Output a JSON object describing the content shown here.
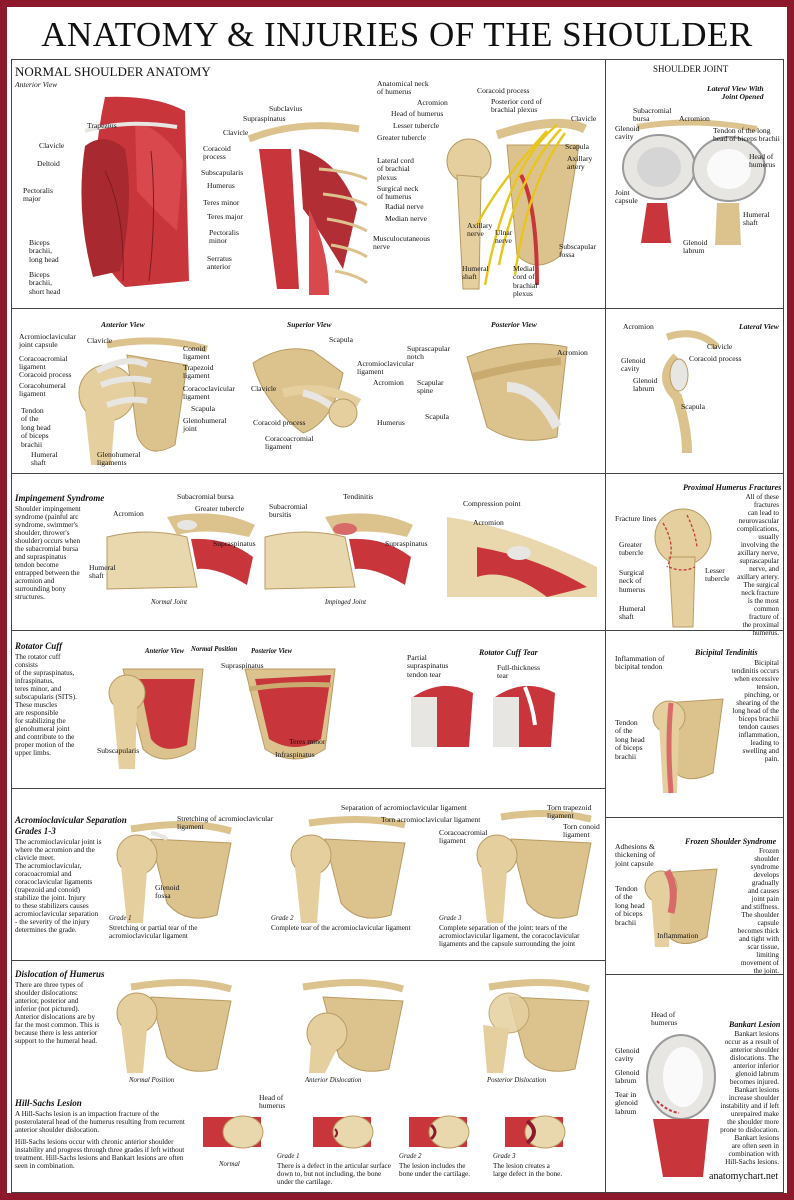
{
  "title": "ANATOMY & INJURIES OF THE SHOULDER",
  "footer": "anatomychart.net",
  "normal": {
    "heading": "NORMAL SHOULDER ANATOMY",
    "sub": "Anterior View",
    "l1": [
      "Trapezius",
      "Clavicle",
      "Deltoid",
      "Pectoralis\nmajor",
      "Biceps\nbrachii,\nlong head",
      "Biceps\nbrachii,\nshort head"
    ],
    "l2": [
      "Subclavius",
      "Supraspinatus",
      "Clavicle",
      "Coracoid\nprocess",
      "Subscapularis",
      "Humerus",
      "Teres minor",
      "Teres major",
      "Pectoralis\nminor",
      "Serratus\nanterior"
    ],
    "l3": [
      "Anatomical neck\nof humerus",
      "Acromion",
      "Head of humerus",
      "Lesser tubercle",
      "Greater tubercle",
      "Lateral cord\nof brachial\nplexus",
      "Surgical neck\nof humerus",
      "Radial nerve",
      "Median nerve",
      "Musculocutaneous\nnerve",
      "Humeral\nshaft",
      "Coracoid process",
      "Posterior cord of\nbrachial plexus",
      "Clavicle",
      "Scapula",
      "Axillary\nartery",
      "Axillary\nnerve",
      "Ulnar\nnerve",
      "Medial\ncord of\nbrachial\nplexus",
      "Subscapular\nfossa"
    ]
  },
  "joint": {
    "heading": "SHOULDER JOINT",
    "sub": "Lateral View With\nJoint Opened",
    "labels": [
      "Subacromial\nbursa",
      "Glenoid\ncavity",
      "Acromion",
      "Tendon of the long\nhead of biceps brachii",
      "Head of\nhumerus",
      "Joint\ncapsule",
      "Humeral\nshaft",
      "Glenoid\nlabrum"
    ]
  },
  "row2": {
    "ant": {
      "sub": "Anterior View",
      "labels": [
        "Acromioclavicular\njoint capsule",
        "Clavicle",
        "Coracoacromial\nligament",
        "Coracoid process",
        "Coracohumeral\nligament",
        "Tendon\nof the\nlong head\nof biceps\nbrachii",
        "Humeral\nshaft",
        "Glenohumeral\nligaments",
        "Conoid\nligament",
        "Trapezoid\nligament",
        "Coracoclavicular\nligament",
        "Scapula",
        "Glenohumeral\njoint"
      ]
    },
    "sup": {
      "sub": "Superior View",
      "labels": [
        "Scapula",
        "Acromioclavicular\nligament",
        "Acromion",
        "Clavicle",
        "Humerus",
        "Coracoid process",
        "Coracoacromial\nligament"
      ]
    },
    "post": {
      "sub": "Posterior View",
      "labels": [
        "Suprascapular\nnotch",
        "Acromion",
        "Scapular\nspine",
        "Scapula"
      ]
    },
    "lat": {
      "sub": "Lateral View",
      "labels": [
        "Acromion",
        "Clavicle",
        "Coracoid process",
        "Glenoid\ncavity",
        "Glenoid\nlabrum",
        "Scapula"
      ]
    }
  },
  "impingement": {
    "heading": "Impingement Syndrome",
    "text": "Shoulder impingement\nsyndrome (painful arc\nsyndrome, swimmer's\nshoulder, thrower's\nshoulder) occurs when\nthe subacromial bursa\nand supraspinatus\ntendon become\nentrapped between the\nacromion and\nsurrounding bony\nstructures.",
    "labels": [
      "Acromion",
      "Subacromial bursa",
      "Greater tubercle",
      "Supraspinatus",
      "Humeral\nshaft",
      "Subacromial\nbursitis",
      "Tendinitis",
      "Supraspinatus",
      "Compression point",
      "Acromion"
    ],
    "captions": [
      "Normal Joint",
      "Impinged Joint"
    ]
  },
  "fracture": {
    "heading": "Proximal Humerus Fractures",
    "text": "All of these\nfractures\ncan lead to\nneurovascular\ncomplications,\nusually\ninvolving the\naxillary nerve,\nsuprascapular\nnerve, and\naxillary artery.\nThe surgical\nneck fracture\nis the most\ncommon\nfracture of\nthe proximal\nhumerus.",
    "labels": [
      "Fracture lines",
      "Greater\ntubercle",
      "Surgical\nneck of\nhumerus",
      "Lesser\ntubercle",
      "Humeral\nshaft"
    ]
  },
  "cuff": {
    "heading": "Rotator Cuff",
    "text": "The rotator cuff\nconsists\nof the supraspinatus,\ninfraspinatus,\nteres minor, and\nsubscapularis (SITS).\nThese muscles\nare responsible\nfor stabilizing the\nglenohumeral joint\nand contribute to the\nproper motion of the\nupper limbs.",
    "subs": [
      "Anterior View",
      "Normal Position",
      "Posterior View"
    ],
    "labels": [
      "Supraspinatus",
      "Subscapularis",
      "Teres minor",
      "Infraspinatus"
    ],
    "tear_heading": "Rotator Cuff Tear",
    "tear_labels": [
      "Partial\nsupraspinatus\ntendon tear",
      "Full-thickness\ntear"
    ]
  },
  "bicipital": {
    "heading": "Bicipital Tendinitis",
    "text": "Bicipital\ntendinitis occurs\nwhen excessive\ntension,\npinching, or\nshearing of the\nlong head of the\nbiceps brachii\ntendon causes\ninflammation,\nleading to\nswelling and\npain.",
    "labels": [
      "Inflammation of\nbicipital tendon",
      "Tendon\nof the\nlong head\nof biceps\nbrachii"
    ]
  },
  "ac": {
    "heading": "Acromioclavicular Separation\nGrades 1-3",
    "text": "The acromioclavicular joint is\nwhere the acromion and the\nclavicle meet.\nThe acromioclavicular,\ncoracoacromial and\ncoracoclavicular ligaments\n(trapezoid and conoid)\nstabilize the joint. Injury\nto these stabilizers causes\nacromioclavicular separation\n- the severity of the injury\ndetermines the grade.",
    "labels": [
      "Stretching of acromioclavicular\nligament",
      "Glenoid\nfossa",
      "Separation of acromioclavicular ligament",
      "Torn acromioclavicular ligament",
      "Coracoacromial\nligament",
      "Torn trapezoid\nligament",
      "Torn conoid\nligament"
    ],
    "grades": [
      "Grade 1",
      "Grade 2",
      "Grade 3"
    ],
    "grade_text": [
      "Stretching or partial tear of the\nacromioclavicular ligament",
      "Complete tear of the acromioclavicular ligament",
      "Complete separation of the joint: tears of the\nacromioclavicular ligament, the coracoclavicular\nligaments and the capsule surrounding the joint"
    ]
  },
  "frozen": {
    "heading": "Frozen Shoulder Syndrome",
    "text": "Frozen\nshoulder\nsyndrome\ndevelops\ngradually\nand causes\njoint pain\nand stiffness.\nThe shoulder\ncapsule\nbecomes thick\nand tight with\nscar tissue,\nlimiting\nmovement of\nthe joint.",
    "labels": [
      "Adhesions &\nthickening of\njoint capsule",
      "Tendon\nof the\nlong head\nof biceps\nbrachii",
      "Inflammation"
    ]
  },
  "dislocation": {
    "heading": "Dislocation of Humerus",
    "text": "There are three types of\nshoulder dislocations:\nanterior, posterior and\ninferior (not pictured).\nAnterior dislocations are by\nfar the most common. This is\nbecause there is less anterior\nsupport to the humeral head.",
    "captions": [
      "Normal Position",
      "Anterior Dislocation",
      "Posterior Dislocation"
    ]
  },
  "hill": {
    "heading": "Hill-Sachs Lesion",
    "text1": "A Hill-Sachs lesion is an impaction fracture of the\nposterolateral head of the humerus resulting from recurrent\nanterior shoulder dislocation.",
    "text2": "Hill-Sachs lesions occur with chronic anterior shoulder\ninstability and progress through three grades if left without\ntreatment. Hill-Sachs lesions and Bankart lesions are often\nseen in combination.",
    "head_label": "Head of\nhumerus",
    "grades": [
      "Normal",
      "Grade 1",
      "Grade 2",
      "Grade 3"
    ],
    "grade_text": [
      "",
      "There is a defect in the articular surface\ndown to, but not including, the bone\nunder the cartilage.",
      "The lesion includes the\nbone under the cartilage.",
      "The lesion creates a\nlarge defect in the bone."
    ]
  },
  "bankart": {
    "heading": "Bankart Lesion",
    "text": "Bankart lesions\noccur as a result of\nanterior shoulder\ndislocations. The\nanterior inferior\nglenoid labrum\nbecomes injured.\nBankart lesions\nincrease shoulder\ninstability and if left\nunrepaired make\nthe shoulder more\nprone to dislocation.\nBankart lesions\nare often seen in\ncombination with\nHill-Sachs lesions.",
    "labels": [
      "Head of\nhumerus",
      "Glenoid\ncavity",
      "Glenoid\nlabrum",
      "Tear in\nglenoid\nlabrum"
    ]
  },
  "colors": {
    "frame": "#8d1a2c",
    "muscle": "#c8353a",
    "bone": "#dcc38e",
    "ligament": "#e8e6e2",
    "nerve": "#e8c619"
  }
}
